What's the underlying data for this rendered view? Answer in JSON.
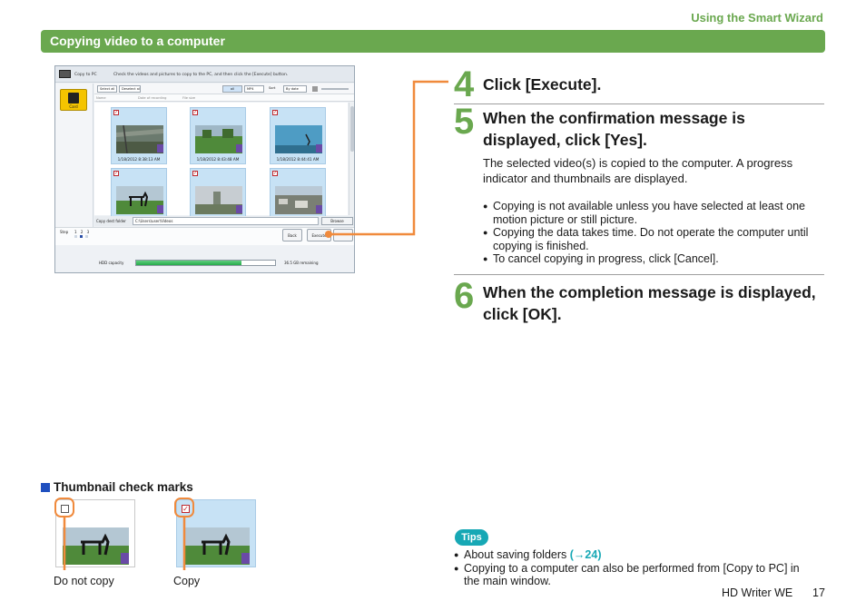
{
  "header": {
    "chapter": "Using the Smart Wizard",
    "section": "Copying video to a computer"
  },
  "screenshot": {
    "window_title": "Copy to PC",
    "instruction": "Check the videos and pictures to copy to the PC, and then click the [Execute] button.",
    "card_label": "Card",
    "toolbar": {
      "select_all": "Select all",
      "deselect_all": "Deselect all",
      "view": "all",
      "format": "MP4",
      "sort_label": "Sort",
      "sort_value": "By date"
    },
    "columns": [
      "Name",
      "Date of recording",
      "File size"
    ],
    "thumbnails": [
      {
        "caption": "1/18/2012 8:38:13 AM",
        "checked": true
      },
      {
        "caption": "1/18/2012 8:43:48 AM",
        "checked": true
      },
      {
        "caption": "1/18/2012 8:44:41 AM",
        "checked": true
      },
      {
        "caption": "",
        "checked": true
      },
      {
        "caption": "",
        "checked": true
      },
      {
        "caption": "",
        "checked": true
      }
    ],
    "dest_label": "Copy dest folder",
    "dest_path": "C:\\Users\\user\\Videos",
    "browse": "Browse",
    "step_label": "Step",
    "step_numbers": "1 2 3",
    "back": "Back",
    "execute": "Execute",
    "hdd_label": "HDD capacity",
    "hdd_used_fraction": 0.76,
    "hdd_remaining": "36.5 GB remaining"
  },
  "steps": [
    {
      "num": "4",
      "title": "Click [Execute]."
    },
    {
      "num": "5",
      "title": "When the confirmation message is displayed, click [Yes].",
      "body": "The selected video(s) is copied to the computer. A progress indicator and thumbnails are displayed.",
      "bullets": [
        "Copying is not available unless you have selected at least one motion picture or still picture.",
        "Copying the data takes time. Do not operate the computer until copying is finished.",
        "To cancel copying in progress, click [Cancel]."
      ]
    },
    {
      "num": "6",
      "title": "When the completion message is displayed, click [OK]."
    }
  ],
  "thumbnail_marks": {
    "heading": "Thumbnail check marks",
    "do_not_copy": "Do not copy",
    "copy": "Copy"
  },
  "tips": {
    "badge": "Tips",
    "items": [
      {
        "text": "About saving folders ",
        "ref": "(→24)"
      },
      {
        "text": "Copying to a computer can also be performed from [Copy to PC] in the main window.",
        "ref": ""
      }
    ]
  },
  "footer": {
    "product": "HD Writer WE",
    "page": "17"
  },
  "colors": {
    "accent_green": "#6aa84f",
    "connector_orange": "#f08a3c",
    "tips_teal": "#17a8b5",
    "bullet_blue": "#1f4fbf"
  }
}
